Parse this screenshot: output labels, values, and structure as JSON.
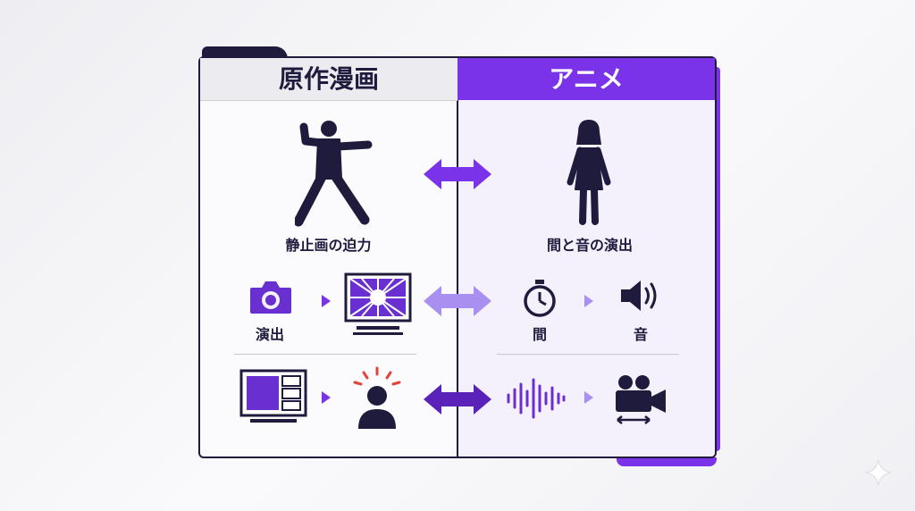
{
  "left_panel": {
    "title": "原作漫画",
    "row1_label": "静止画の迫力",
    "row2_label": "演出"
  },
  "right_panel": {
    "title": "アニメ",
    "row1_label": "間と音の演出",
    "row2_label_a": "間",
    "row2_label_b": "音"
  },
  "colors": {
    "navy": "#1f1b3d",
    "purple": "#7a33e8",
    "light_purple": "#a98ff0",
    "alert_red": "#e0453a"
  }
}
